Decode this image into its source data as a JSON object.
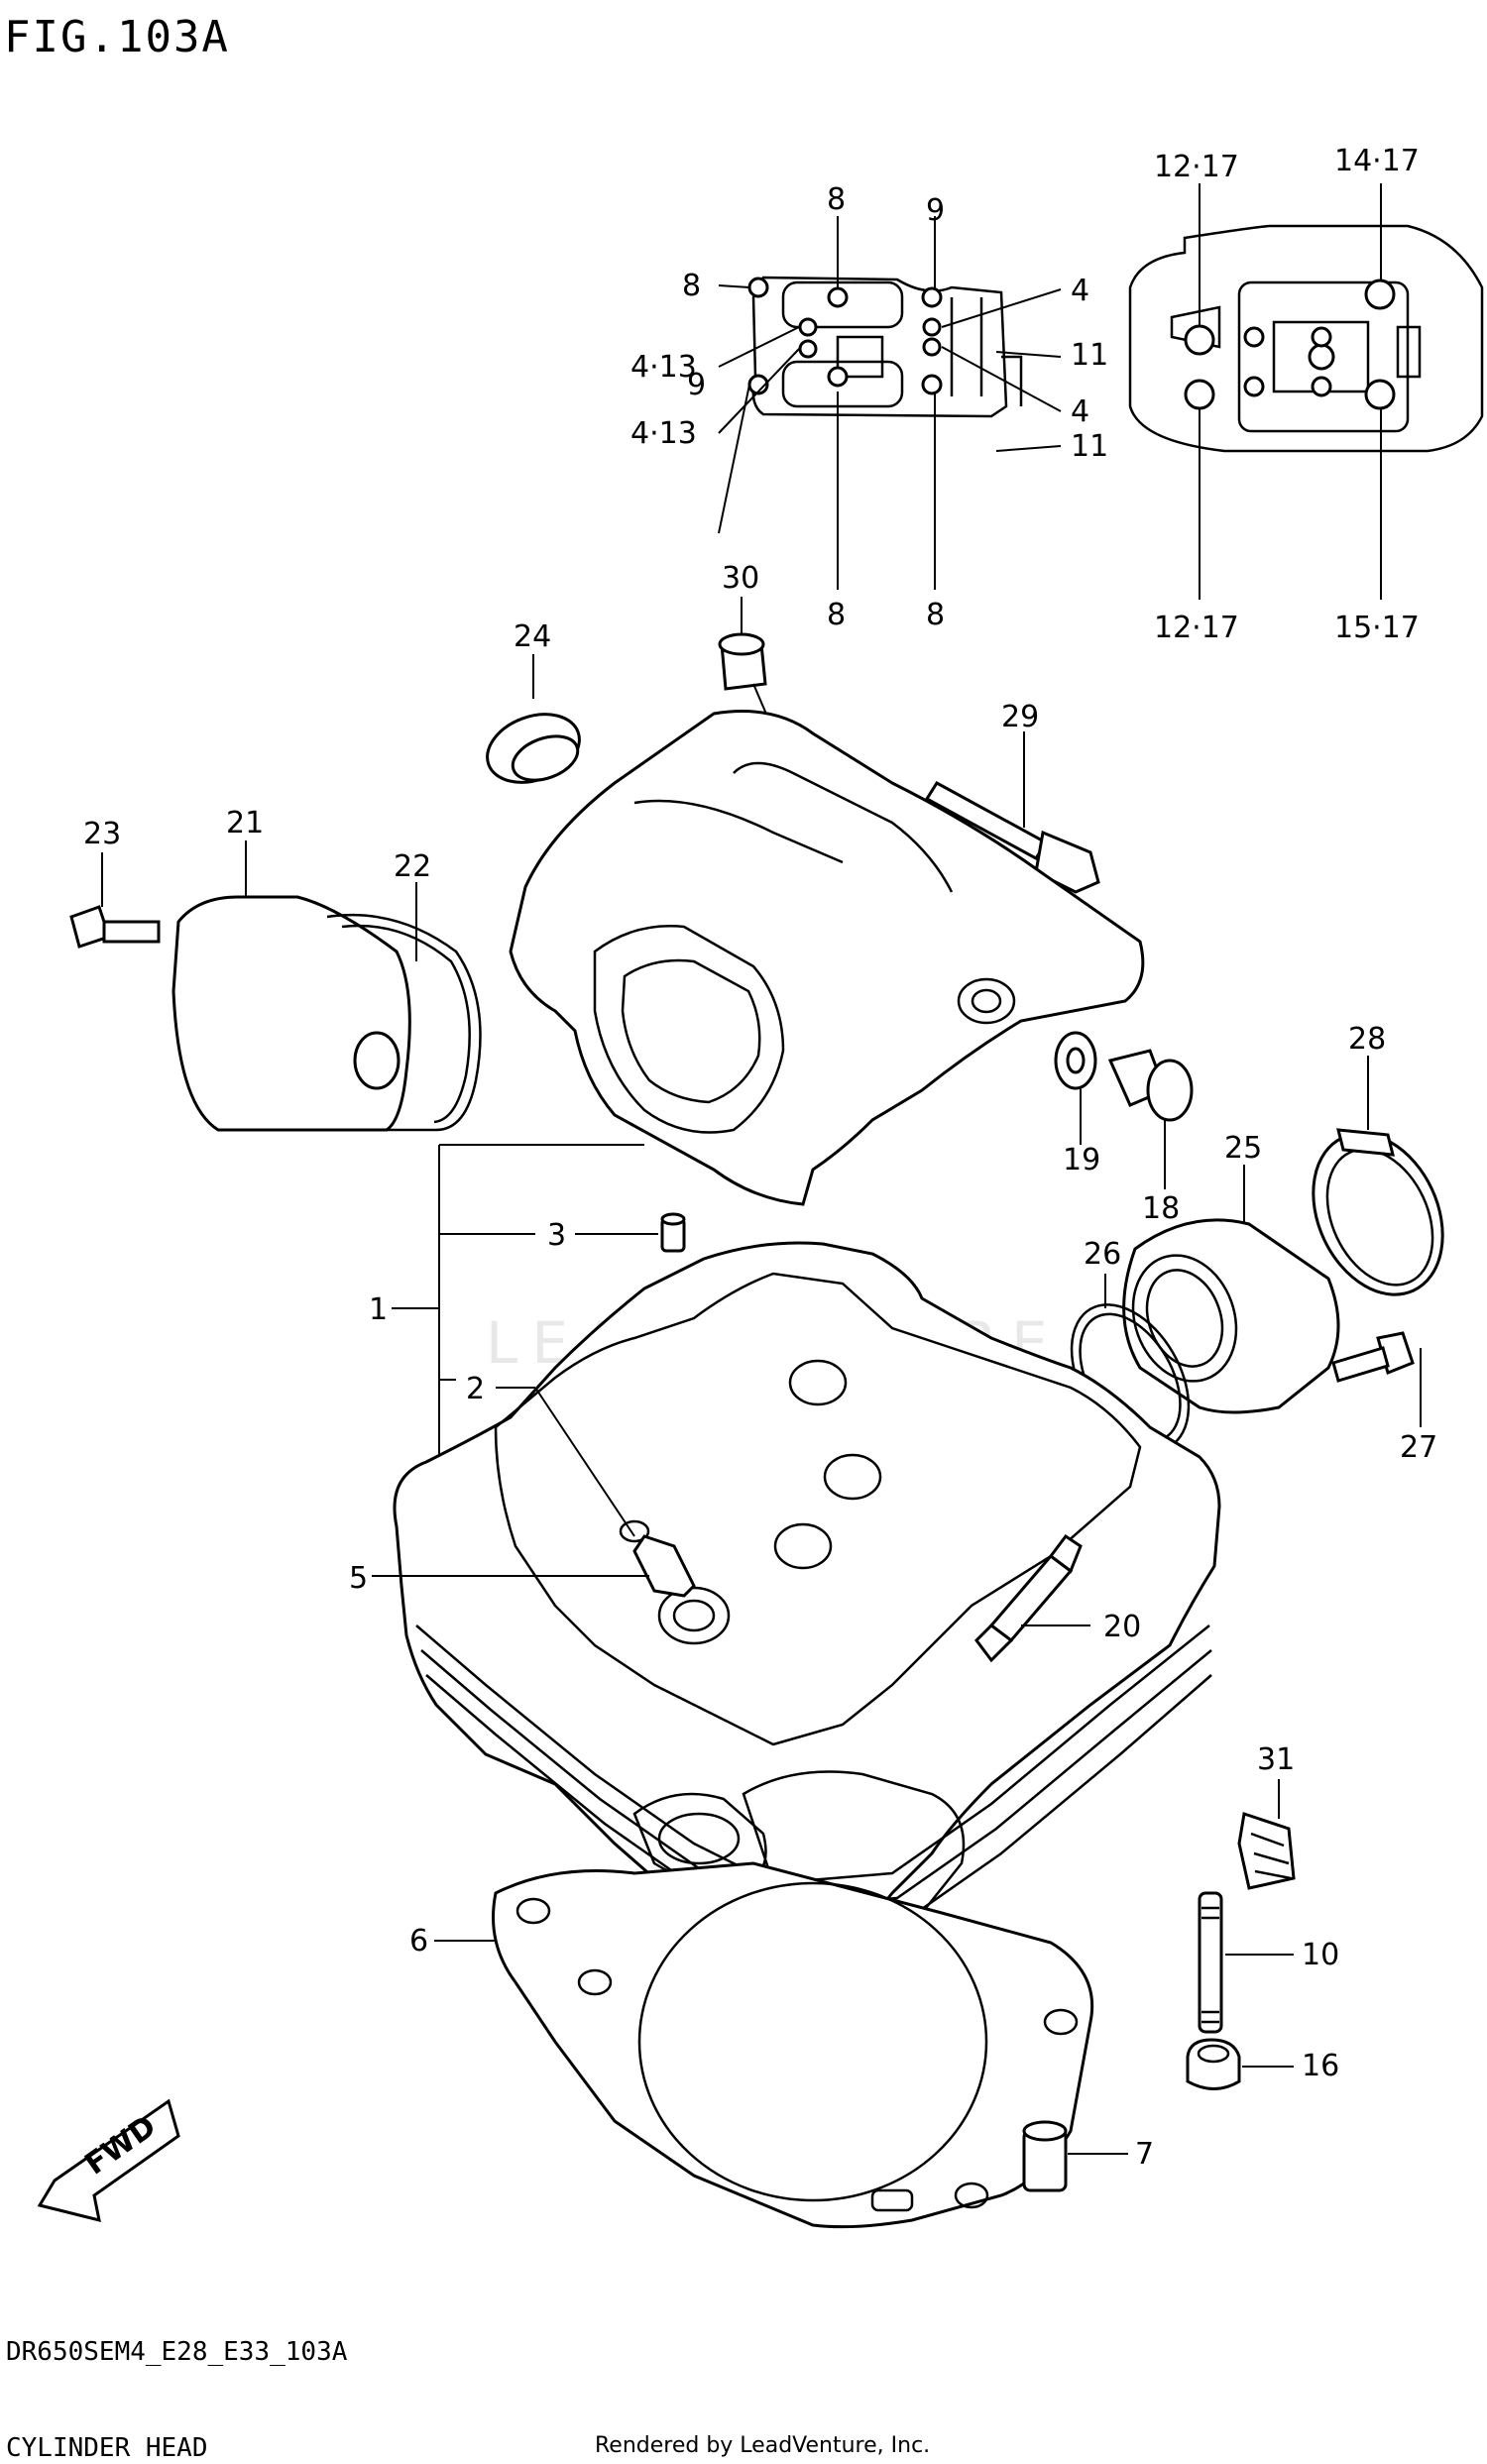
{
  "figure_title": "FIG.103A",
  "footer": {
    "model_code": "DR650SEM4_E28_E33_103A",
    "section_name": "CYLINDER HEAD",
    "credit": "Rendered by LeadVenture, Inc."
  },
  "watermark": "LEADVENTURE",
  "fwd_label": "FWD",
  "callouts": {
    "c1": "1",
    "c2": "2",
    "c3": "3",
    "c5": "5",
    "c6": "6",
    "c7": "7",
    "c10": "10",
    "c16": "16",
    "c18": "18",
    "c19": "19",
    "c20": "20",
    "c21": "21",
    "c22": "22",
    "c23": "23",
    "c24": "24",
    "c25": "25",
    "c26": "26",
    "c27": "27",
    "c28": "28",
    "c29": "29",
    "c30": "30",
    "c31": "31",
    "inset_a_8_top": "8",
    "inset_a_9_top": "9",
    "inset_a_8_left": "8",
    "inset_a_4_right": "4",
    "inset_a_413_top": "4·13",
    "inset_a_11_top": "11",
    "inset_a_413_bottom": "4·13",
    "inset_a_4_lower": "4",
    "inset_a_11_bottom": "11",
    "inset_a_9_bottom": "9",
    "inset_a_8_bottom_l": "8",
    "inset_a_8_bottom_r": "8",
    "inset_b_1217_tl": "12·17",
    "inset_b_1417_tr": "14·17",
    "inset_b_1217_bl": "12·17",
    "inset_b_1517_br": "15·17"
  }
}
